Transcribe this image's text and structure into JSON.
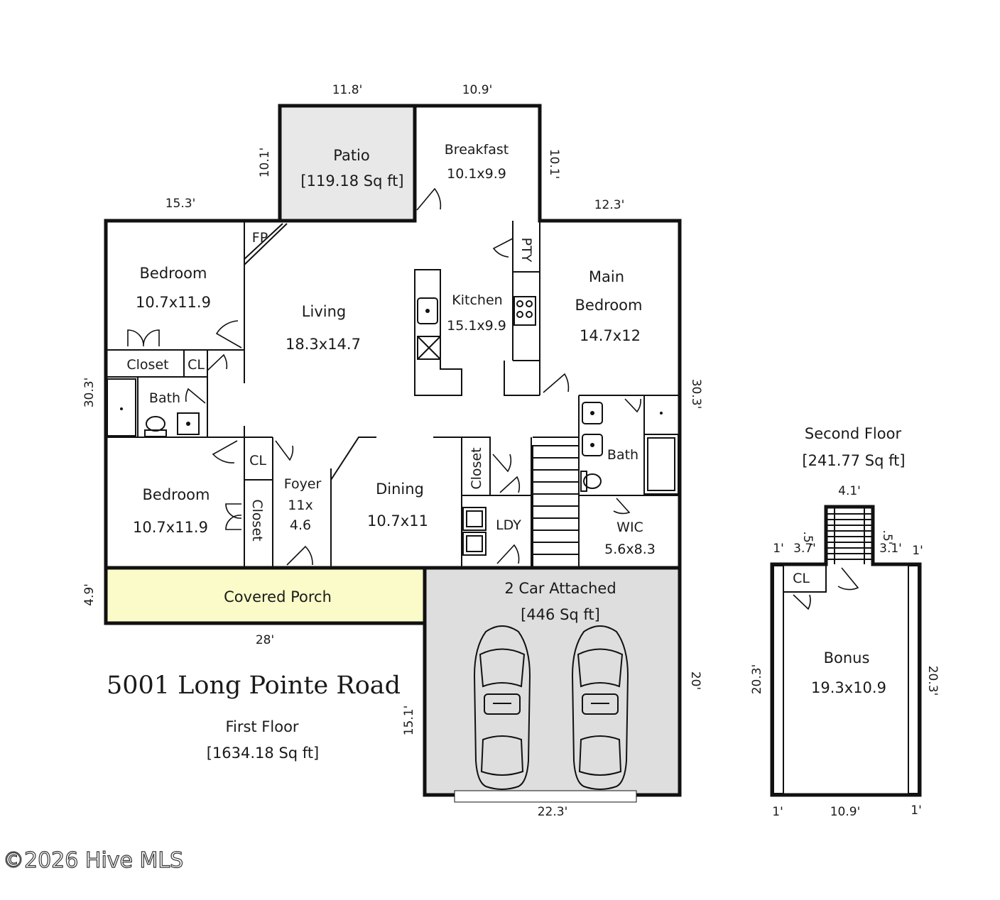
{
  "title": "5001 Long Pointe Road",
  "watermark": "©2026 Hive MLS",
  "colors": {
    "patio_fill": "#e8e8e8",
    "porch_fill": "#fafbc8",
    "garage_fill": "#dedede",
    "wall": "#111111"
  },
  "first_floor": {
    "label": "First Floor",
    "area": "[1634.18 Sq ft]",
    "rooms": {
      "patio": {
        "name": "Patio",
        "size": "[119.18 Sq ft]"
      },
      "breakfast": {
        "name": "Breakfast",
        "size": "10.1x9.9"
      },
      "bedroom_1": {
        "name": "Bedroom",
        "size": "10.7x11.9"
      },
      "living": {
        "name": "Living",
        "size": "18.3x14.7"
      },
      "kitchen": {
        "name": "Kitchen",
        "size": "15.1x9.9"
      },
      "main_bedroom": {
        "name_line1": "Main",
        "name_line2": "Bedroom",
        "size": "14.7x12"
      },
      "bedroom_2": {
        "name": "Bedroom",
        "size": "10.7x11.9"
      },
      "foyer": {
        "name": "Foyer",
        "size_line1": "11x",
        "size_line2": "4.6"
      },
      "dining": {
        "name": "Dining",
        "size": "10.7x11"
      },
      "wic": {
        "name": "WIC",
        "size": "5.6x8.3"
      },
      "covered_porch": {
        "name": "Covered Porch"
      },
      "garage": {
        "name": "2 Car Attached",
        "size": "[446 Sq ft]"
      }
    },
    "small_labels": {
      "fp": "FP",
      "pty": "PTY",
      "closet_1": "Closet",
      "cl_1": "CL",
      "bath_1": "Bath",
      "cl_2": "CL",
      "closet_2": "Closet",
      "closet_3": "Closet",
      "ldy": "LDY",
      "bath_2": "Bath"
    },
    "dimensions": {
      "patio_width": "11.8'",
      "breakfast_width": "10.9'",
      "patio_depth": "10.1'",
      "breakfast_depth": "10.1'",
      "left_top_width": "15.3'",
      "right_top_width": "12.3'",
      "left_depth": "30.3'",
      "right_depth": "30.3'",
      "porch_depth": "4.9'",
      "porch_width": "28'",
      "garage_depth": "20'",
      "garage_inner_depth": "15.1'",
      "garage_width": "22.3'"
    }
  },
  "second_floor": {
    "label": "Second Floor",
    "area": "[241.77 Sq ft]",
    "rooms": {
      "bonus": {
        "name": "Bonus",
        "size": "19.3x10.9"
      },
      "cl": {
        "name": "CL"
      }
    },
    "dimensions": {
      "stair_width": "4.1'",
      "left_1": "1'",
      "left_step": "3.7'",
      "left_rise": ".5'",
      "right_step": "3.1'",
      "right_rise": ".5'",
      "right_1": "1'",
      "left_depth": "20.3'",
      "right_depth": "20.3'",
      "bottom_left": "1'",
      "bottom_width": "10.9'",
      "bottom_right": "1'"
    }
  }
}
